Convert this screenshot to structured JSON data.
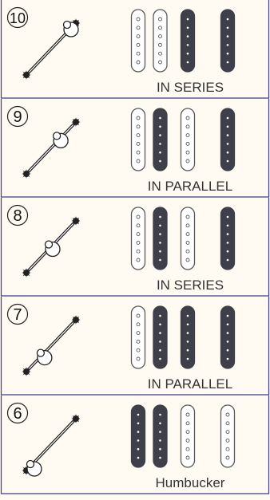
{
  "colors": {
    "background": "#fffaf2",
    "panel_border": "#3d3d8f",
    "pickup_dark": "#3f3f4a",
    "pickup_outline": "#5a5a5a",
    "text": "#333333"
  },
  "positions": [
    {
      "number": "10",
      "caption": "IN SERIES",
      "lever": "up",
      "pickups": [
        {
          "type": "humbucker",
          "left_active": false,
          "right_active": false
        },
        {
          "type": "single",
          "active": true
        },
        {
          "type": "single",
          "active": true
        }
      ]
    },
    {
      "number": "9",
      "caption": "IN PARALLEL",
      "lever": "upper-mid",
      "pickups": [
        {
          "type": "humbucker",
          "left_active": false,
          "right_active": true
        },
        {
          "type": "single",
          "active": false
        },
        {
          "type": "single",
          "active": true
        }
      ]
    },
    {
      "number": "8",
      "caption": "IN SERIES",
      "lever": "mid",
      "pickups": [
        {
          "type": "humbucker",
          "left_active": false,
          "right_active": true
        },
        {
          "type": "single",
          "active": false
        },
        {
          "type": "single",
          "active": true
        }
      ]
    },
    {
      "number": "7",
      "caption": "IN PARALLEL",
      "lever": "lower-mid",
      "pickups": [
        {
          "type": "humbucker",
          "left_active": false,
          "right_active": true
        },
        {
          "type": "single",
          "active": true
        },
        {
          "type": "single",
          "active": true
        }
      ]
    },
    {
      "number": "6",
      "caption": "Humbucker",
      "lever": "down",
      "pickups": [
        {
          "type": "humbucker",
          "left_active": true,
          "right_active": true
        },
        {
          "type": "single",
          "active": false
        },
        {
          "type": "single",
          "active": false
        }
      ]
    }
  ]
}
